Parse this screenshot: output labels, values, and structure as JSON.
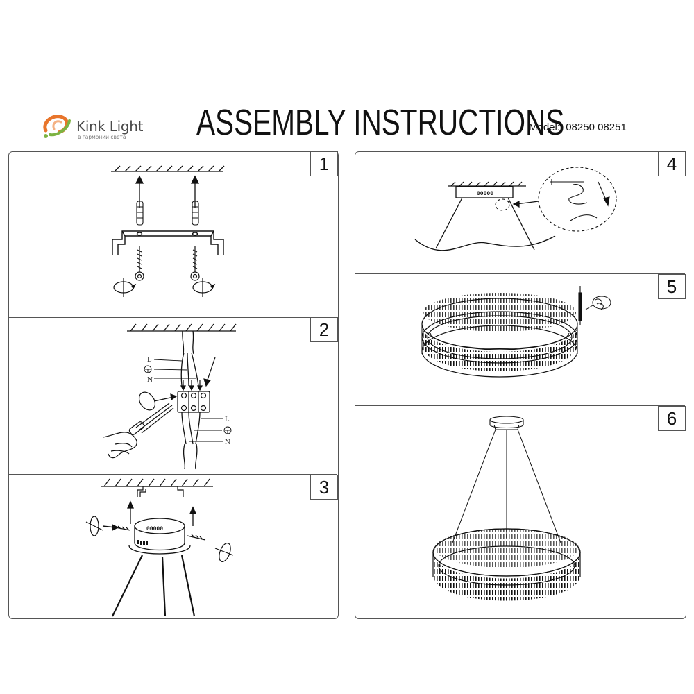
{
  "brand": {
    "name": "Kink Light",
    "tagline": "в гармонии света"
  },
  "title": "ASSEMBLY INSTRUCTIONS",
  "model": {
    "label": "Model:",
    "numbers": "08250 08251"
  },
  "steps": [
    "1",
    "2",
    "3",
    "4",
    "5",
    "6"
  ],
  "wiring": {
    "top": [
      "L",
      "N"
    ],
    "bottom": [
      "L",
      "N"
    ]
  },
  "driver_label": "00000",
  "colors": {
    "line": "#111111",
    "frame": "#555555",
    "logo_orange": "#e8752b",
    "logo_green": "#7cb342"
  }
}
